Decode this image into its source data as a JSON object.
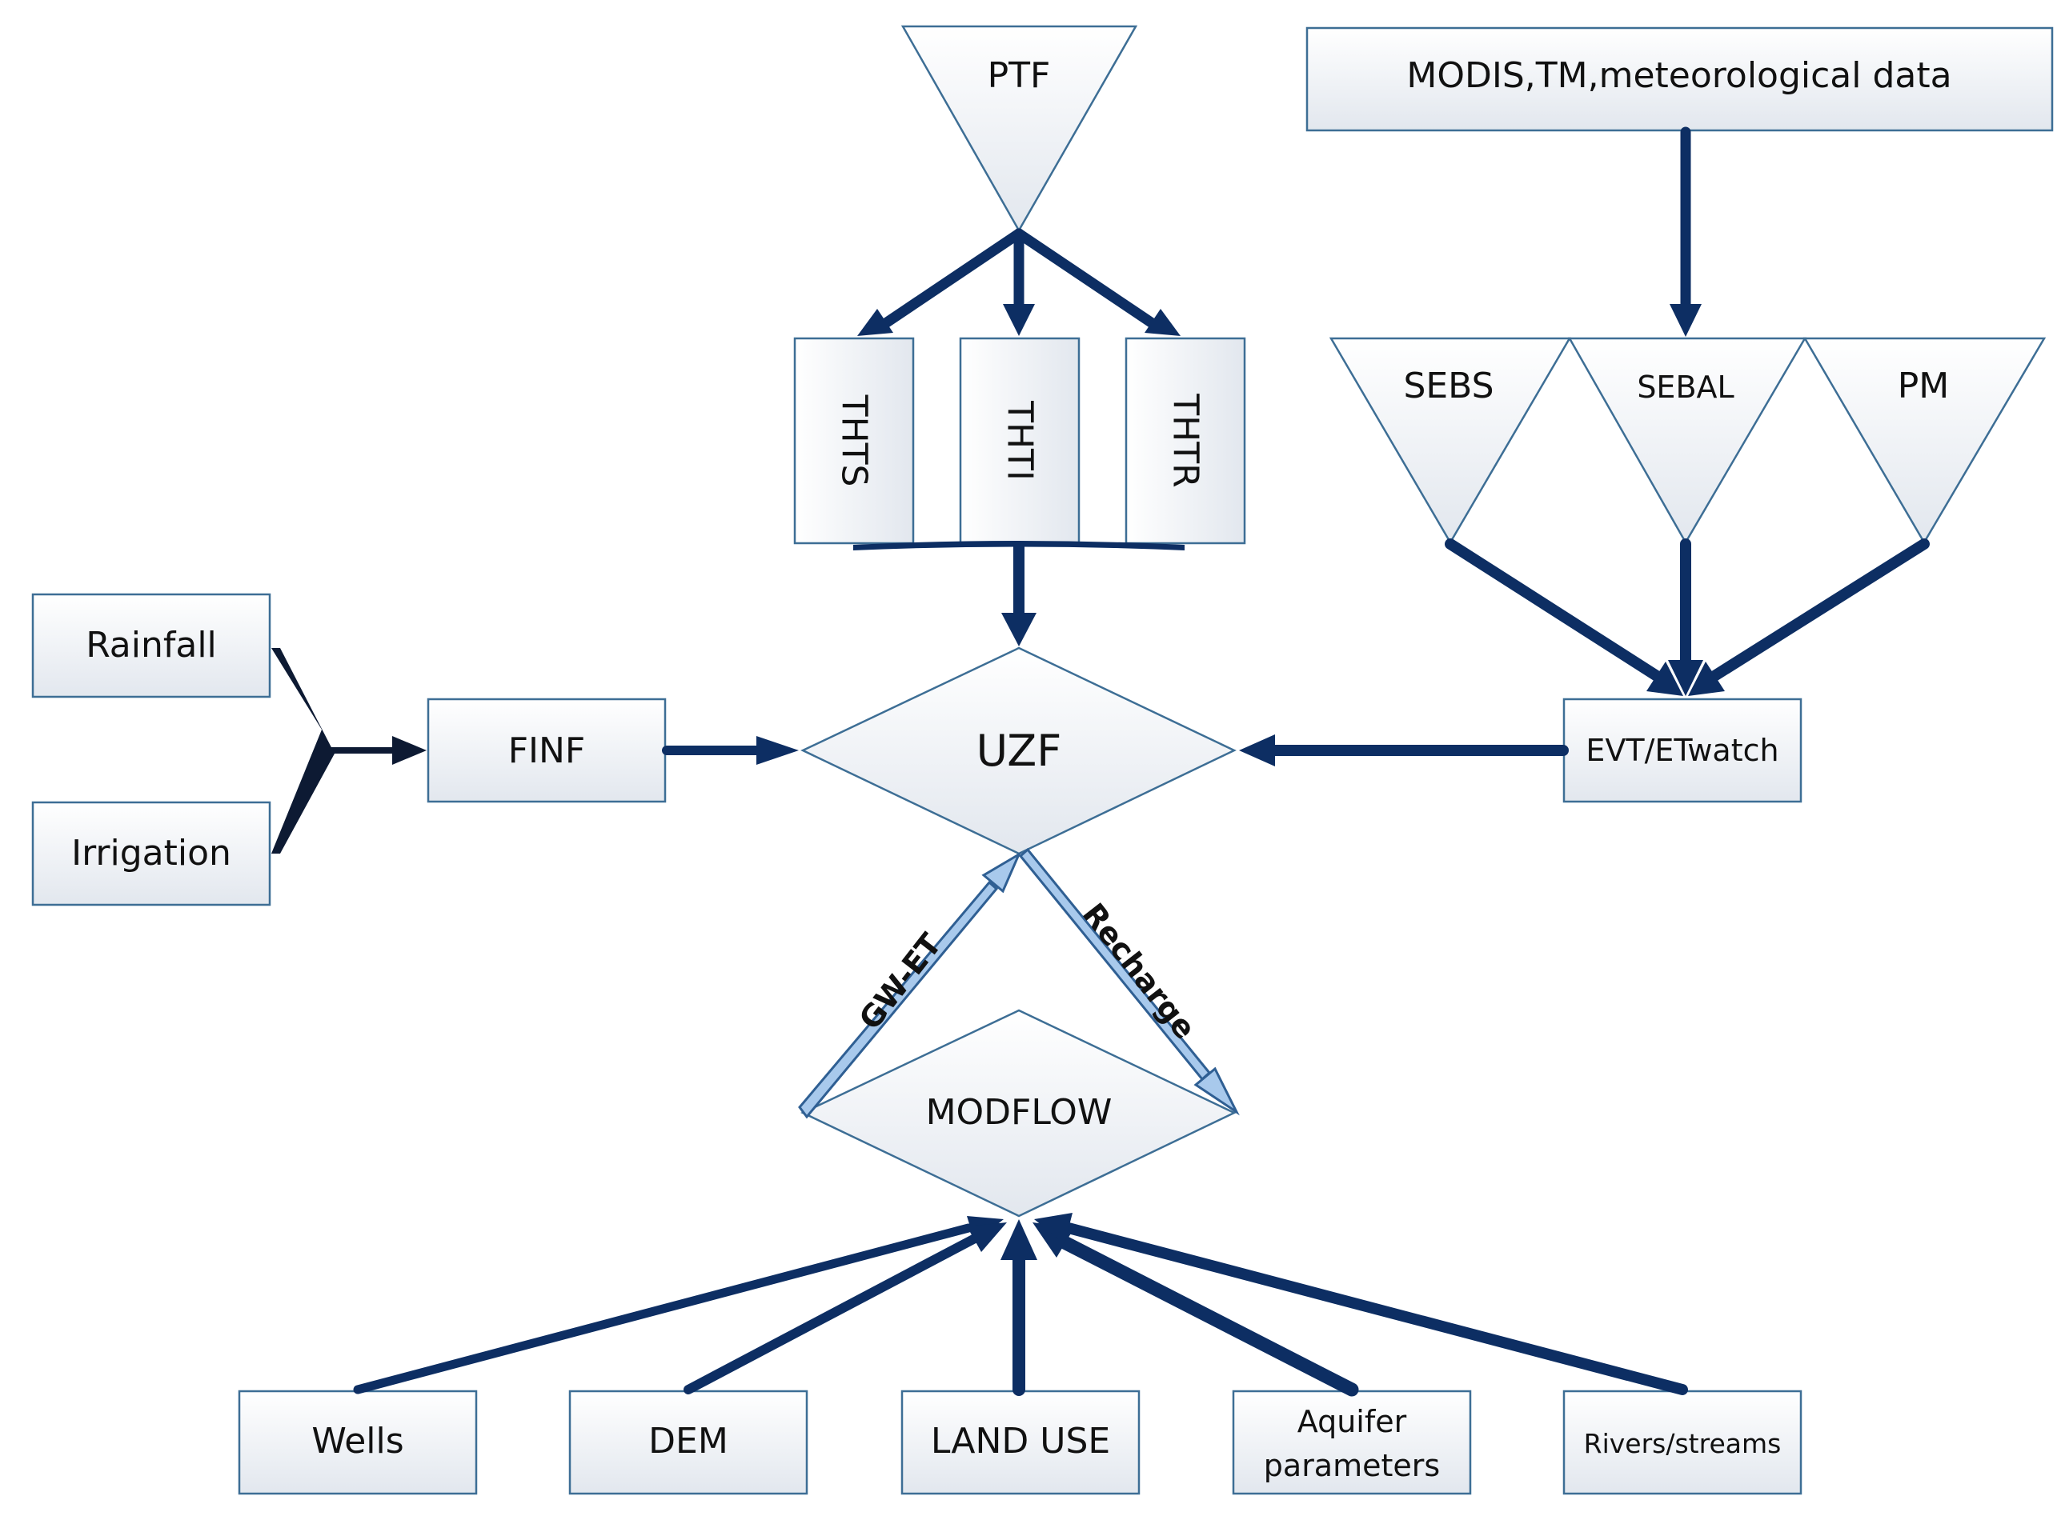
{
  "nodes": {
    "ptf": "PTF",
    "data_sources": "MODIS,TM,meteorological data",
    "thts": "THTS",
    "thti": "THTI",
    "thtr": "THTR",
    "sebs": "SEBS",
    "sebal": "SEBAL",
    "pm": "PM",
    "rainfall": "Rainfall",
    "irrigation": "Irrigation",
    "finf": "FINF",
    "uzf": "UZF",
    "evt": "EVT/ETwatch",
    "modflow": "MODFLOW",
    "wells": "Wells",
    "dem": "DEM",
    "land_use": "LAND USE",
    "aquifer_line1": "Aquifer",
    "aquifer_line2": "parameters",
    "rivers": "Rivers/streams"
  },
  "edges": {
    "gw_et": "GW-ET",
    "recharge": "Recharge"
  },
  "colors": {
    "arrow_dark": "#0d2e63",
    "arrow_light": "#a8c9ec",
    "box_border": "#3d6e95",
    "box_fill_top": "#ffffff",
    "box_fill_bottom": "#e2e7ee"
  }
}
